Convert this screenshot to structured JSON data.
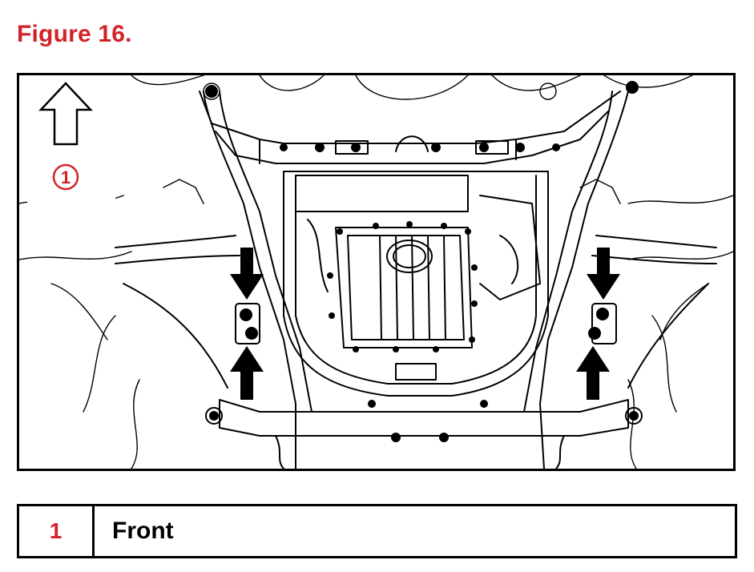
{
  "figure": {
    "title": "Figure 16.",
    "callout_number": "1",
    "direction_icon": "arrow-up-outline-icon",
    "accent_color": "#d2232a"
  },
  "legend": {
    "rows": [
      {
        "number": "1",
        "label": "Front"
      }
    ]
  }
}
